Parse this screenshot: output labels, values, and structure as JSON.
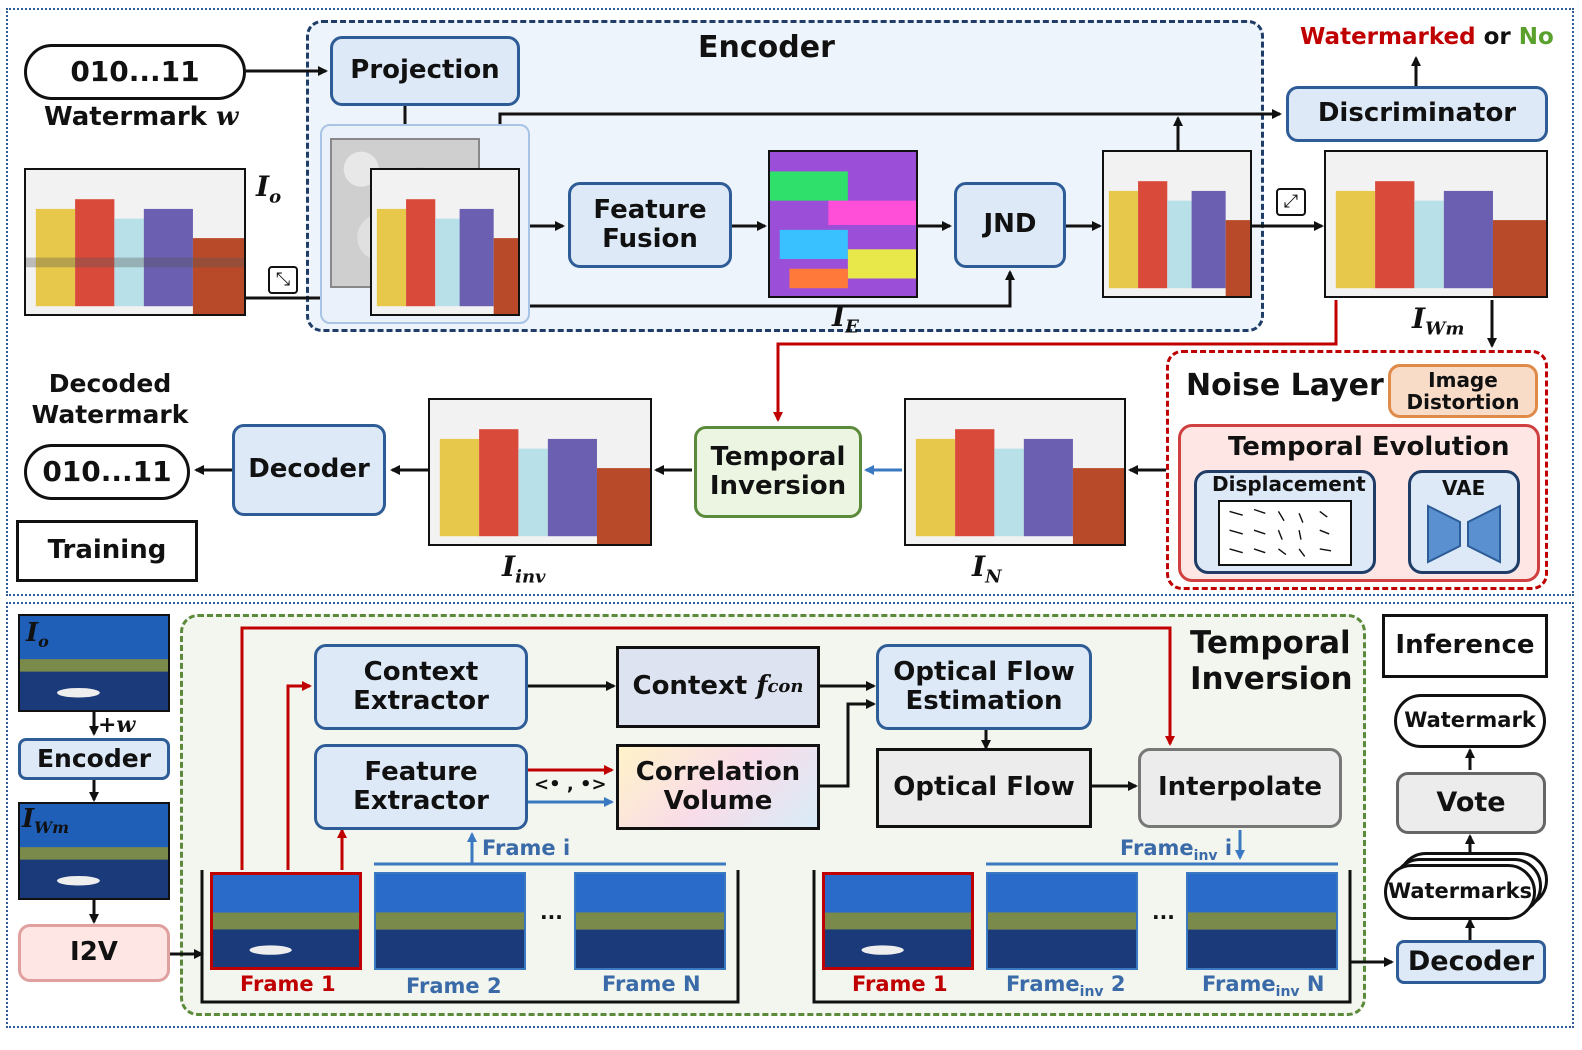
{
  "colors": {
    "blue_fill": "#dde9f7",
    "blue_border": "#2e5c96",
    "green_fill": "#ebf5e2",
    "green_border": "#5a8a3a",
    "red_line": "#c00000",
    "blue_line": "#3a78c2",
    "gray_fill": "#ececec",
    "noise_fill": "#fdecea",
    "orange_fill": "#f8dcc8"
  },
  "training": {
    "watermark_bits": "010...11",
    "watermark_label": "Watermark",
    "watermark_symbol": "w",
    "encoder_title": "Encoder",
    "projection": "Projection",
    "feature_fusion": "Feature Fusion",
    "jnd": "JND",
    "discriminator": "Discriminator",
    "watermarked": "Watermarked",
    "or": "or",
    "no": "No",
    "i_o": "I",
    "i_o_sub": "o",
    "i_e": "I",
    "i_e_sub": "E",
    "i_wm": "I",
    "i_wm_sub": "Wm",
    "noise_layer_title": "Noise Layer",
    "image_distortion": "Image Distortion",
    "temporal_evolution": "Temporal Evolution",
    "displacement": "Displacement",
    "vae": "VAE",
    "i_n": "I",
    "i_n_sub": "N",
    "temporal_inversion": "Temporal Inversion",
    "i_inv": "I",
    "i_inv_sub": "inv",
    "decoder": "Decoder",
    "decoded_watermark": "Decoded Watermark",
    "decoded_bits": "010...11",
    "mode_label": "Training"
  },
  "inference": {
    "i_o": "I",
    "i_o_sub": "o",
    "plus_w": "+w",
    "encoder": "Encoder",
    "i_wm": "I",
    "i_wm_sub": "Wm",
    "i2v": "I2V",
    "context_extractor": "Context Extractor",
    "context": "Context",
    "f_con": "f",
    "f_con_sub": "con",
    "optical_flow_estimation": "Optical Flow Estimation",
    "feature_extractor": "Feature Extractor",
    "correlation_volume": "Correlation Volume",
    "correlation_op": "<• , •>",
    "optical_flow": "Optical Flow",
    "interpolate": "Interpolate",
    "temporal_inversion_title": "Temporal Inversion",
    "frame_i": "Frame i",
    "frame_inv_i": "Frame",
    "inv_sub": "inv",
    "i_suffix": " i",
    "ellipsis": "...",
    "frames": [
      "Frame 1",
      "Frame 2",
      "Frame N"
    ],
    "inv_frames_first": "Frame 1",
    "inv_frame_prefix": "Frame",
    "inv_frame_2": " 2",
    "inv_frame_n": " N",
    "mode_label": "Inference",
    "watermark": "Watermark",
    "vote": "Vote",
    "watermarks": "Watermarks",
    "decoder": "Decoder"
  }
}
